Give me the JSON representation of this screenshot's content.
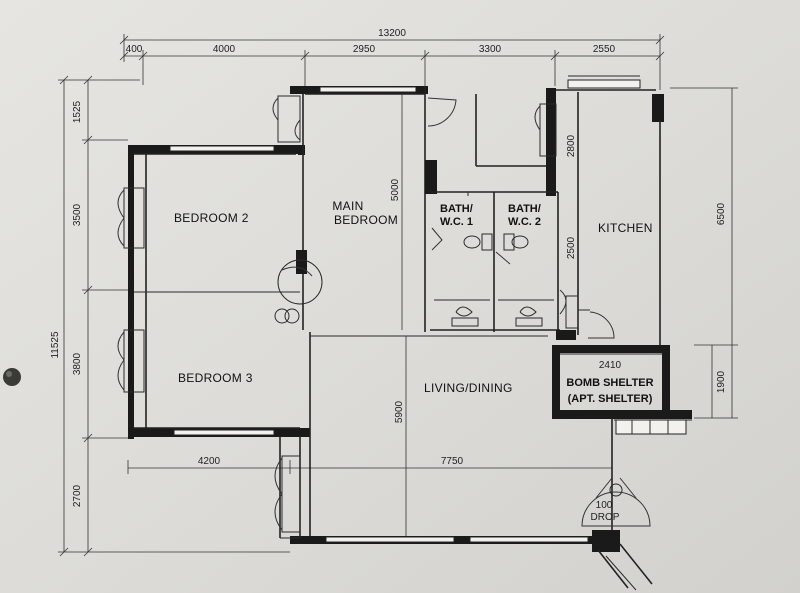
{
  "plan": {
    "rooms": {
      "bedroom2": "BEDROOM 2",
      "bedroom3": "BEDROOM 3",
      "main_bedroom_line1": "MAIN",
      "main_bedroom_line2": "BEDROOM",
      "bath1_line1": "BATH/",
      "bath1_line2": "W.C. 1",
      "bath2_line1": "BATH/",
      "bath2_line2": "W.C. 2",
      "kitchen": "KITCHEN",
      "living_dining": "LIVING/DINING",
      "shelter_top": "2410",
      "shelter_line1": "BOMB SHELTER",
      "shelter_line2": "(APT. SHELTER)",
      "refuse_line1": "100",
      "refuse_line2": "DROP"
    },
    "dimensions": {
      "overall_width": "13200",
      "top_offset": "400",
      "top_seg1": "4000",
      "top_seg2": "2950",
      "top_seg3": "3300",
      "top_seg4": "2550",
      "left_seg1": "1525",
      "left_seg2": "3500",
      "left_seg3": "3800",
      "left_seg4": "2700",
      "left_overall": "11525",
      "bottom_seg1": "4200",
      "bottom_seg2": "7750",
      "main_bed_depth": "5000",
      "living_depth": "5900",
      "bath_upper": "2800",
      "bath_lower": "2500",
      "kitchen_depth": "6500",
      "shelter_depth": "1900"
    }
  }
}
